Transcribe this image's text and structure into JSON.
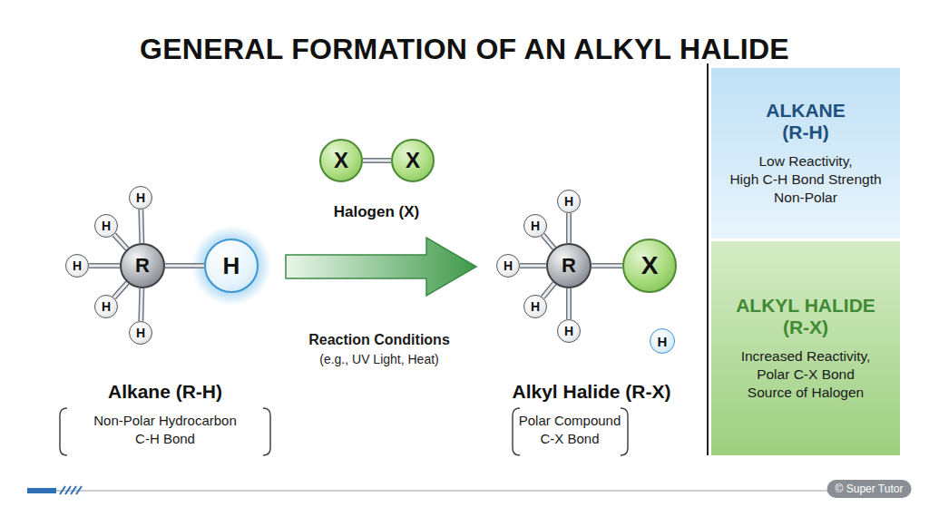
{
  "diagram": {
    "title": "GENERAL FORMATION OF AN ALKYL HALIDE",
    "nodes": [
      {
        "text": [
          "R"
        ]
      },
      {
        "text": [
          "H"
        ]
      },
      {
        "text": [
          "H"
        ]
      },
      {
        "text": [
          "H"
        ]
      },
      {
        "text": [
          "H"
        ]
      },
      {
        "text": [
          "H"
        ]
      },
      {
        "text": [
          "H"
        ]
      },
      {
        "text": [
          "X"
        ]
      },
      {
        "text": [
          "X"
        ]
      },
      {
        "text": [
          "R"
        ]
      },
      {
        "text": [
          "H"
        ]
      },
      {
        "text": [
          "H"
        ]
      },
      {
        "text": [
          "H"
        ]
      },
      {
        "text": [
          "H"
        ]
      },
      {
        "text": [
          "H"
        ]
      },
      {
        "text": [
          "X"
        ]
      },
      {
        "text": [
          "H"
        ]
      },
      {
        "text": [
          "ALKANE",
          "(R-H)",
          "Low Reactivity,",
          "High C-H Bond Strength",
          "Non-Polar"
        ]
      },
      {
        "text": [
          "ALKYL HALIDE",
          "(R-X)",
          "Increased Reactivity,",
          "Polar C-X Bond",
          "Source of Halogen"
        ]
      }
    ],
    "edges": [
      {
        "from": 0,
        "to": 1,
        "arrow": "none"
      },
      {
        "from": 0,
        "to": 2,
        "arrow": "none"
      },
      {
        "from": 0,
        "to": 3,
        "arrow": "none"
      },
      {
        "from": 0,
        "to": 4,
        "arrow": "none"
      },
      {
        "from": 0,
        "to": 5,
        "arrow": "none"
      },
      {
        "from": 0,
        "to": 6,
        "arrow": "none"
      },
      {
        "from": 7,
        "to": 8,
        "arrow": "none"
      },
      {
        "from": 9,
        "to": 10,
        "arrow": "none"
      },
      {
        "from": 9,
        "to": 11,
        "arrow": "none"
      },
      {
        "from": 9,
        "to": 12,
        "arrow": "none"
      },
      {
        "from": 9,
        "to": 13,
        "arrow": "none"
      },
      {
        "from": 9,
        "to": 14,
        "arrow": "none"
      },
      {
        "from": 9,
        "to": 15,
        "arrow": "none"
      }
    ],
    "labels": [
      "Halogen (X)",
      "Reaction Conditions",
      "(e.g., UV Light, Heat)",
      "Alkane (R-H)",
      "Non-Polar Hydrocarbon",
      "C-H Bond",
      "Alkyl Halide (R-X)",
      "Polar Compound",
      "C-X Bond",
      "© Super Tutor"
    ]
  }
}
